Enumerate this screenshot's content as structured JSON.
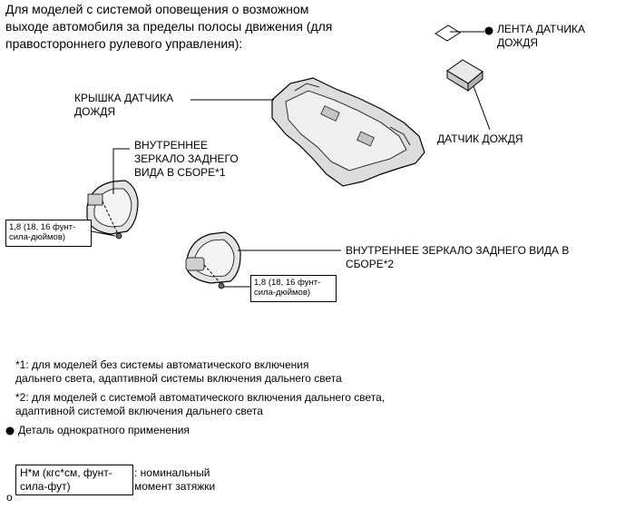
{
  "heading": "Для моделей с системой оповещения о возможном\nвыходе автомобиля за пределы полосы движения (для\nправостороннего рулевого управления):",
  "labels": {
    "rain_sensor_tape": "ЛЕНТА ДАТЧИКА\nДОЖДЯ",
    "rain_sensor_cover": "КРЫШКА ДАТЧИКА\nДОЖДЯ",
    "rain_sensor": "ДАТЧИК ДОЖДЯ",
    "mirror_1": "ВНУТРЕННЕЕ\nЗЕРКАЛО ЗАДНЕГО\nВИДА В СБОРЕ*1",
    "mirror_2": "ВНУТРЕННЕЕ ЗЕРКАЛО ЗАДНЕГО ВИДА В\nСБОРЕ*2"
  },
  "torque": {
    "mirror_1": "1,8 (18, 16 фунт-\nсила-дюймов)",
    "mirror_2": "1,8 (18, 16 фунт-\nсила-дюймов)"
  },
  "notes": {
    "note1": "*1: для моделей без системы автоматического включения\nдальнего света, адаптивной системы включения дальнего света",
    "note2": "*2: для моделей с системой автоматического включения дальнего света,\nадаптивной системой включения дальнего света",
    "single_use": "Деталь однократного применения"
  },
  "legend": {
    "unit_box": "Н*м (кгс*см, фунт-\nсила-фут)",
    "unit_desc": ": номинальный\nмомент затяжки",
    "corner": "o"
  }
}
